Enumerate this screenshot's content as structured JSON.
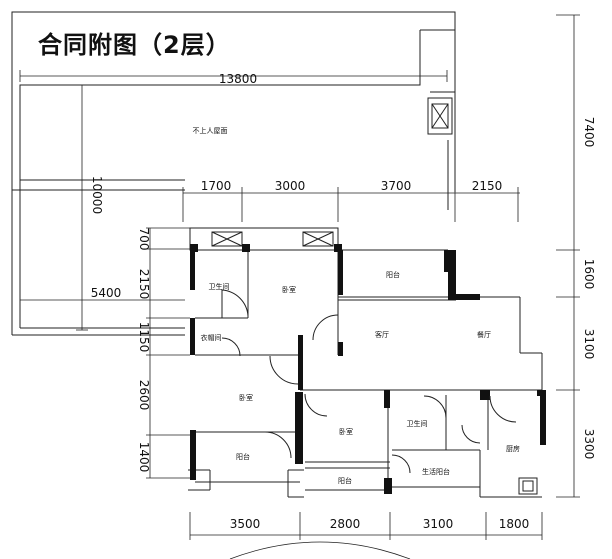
{
  "title": "合同附图（2层）",
  "dims": {
    "top": [
      "1700",
      "3000",
      "3700",
      "2150"
    ],
    "roof_width": "13800",
    "roof_depth": "10000",
    "left_offset": "5400",
    "left": [
      "700",
      "2150",
      "1150",
      "2600",
      "1400"
    ],
    "right": [
      "7400",
      "1600",
      "3100",
      "3300"
    ],
    "bottom": [
      "3500",
      "2800",
      "3100",
      "1800"
    ]
  },
  "rooms": {
    "roof": "不上人屋面",
    "bath_nw": "卫生间",
    "closet": "衣帽间",
    "bedroom_n": "卧室",
    "balcony_n": "阳台",
    "living": "客厅",
    "dining": "餐厅",
    "bedroom_w": "卧室",
    "bedroom_c": "卧室",
    "bath_c": "卫生间",
    "kitchen": "厨房",
    "balcony_sw": "阳台",
    "balcony_s": "阳台",
    "utility_balcony": "生活阳台"
  }
}
